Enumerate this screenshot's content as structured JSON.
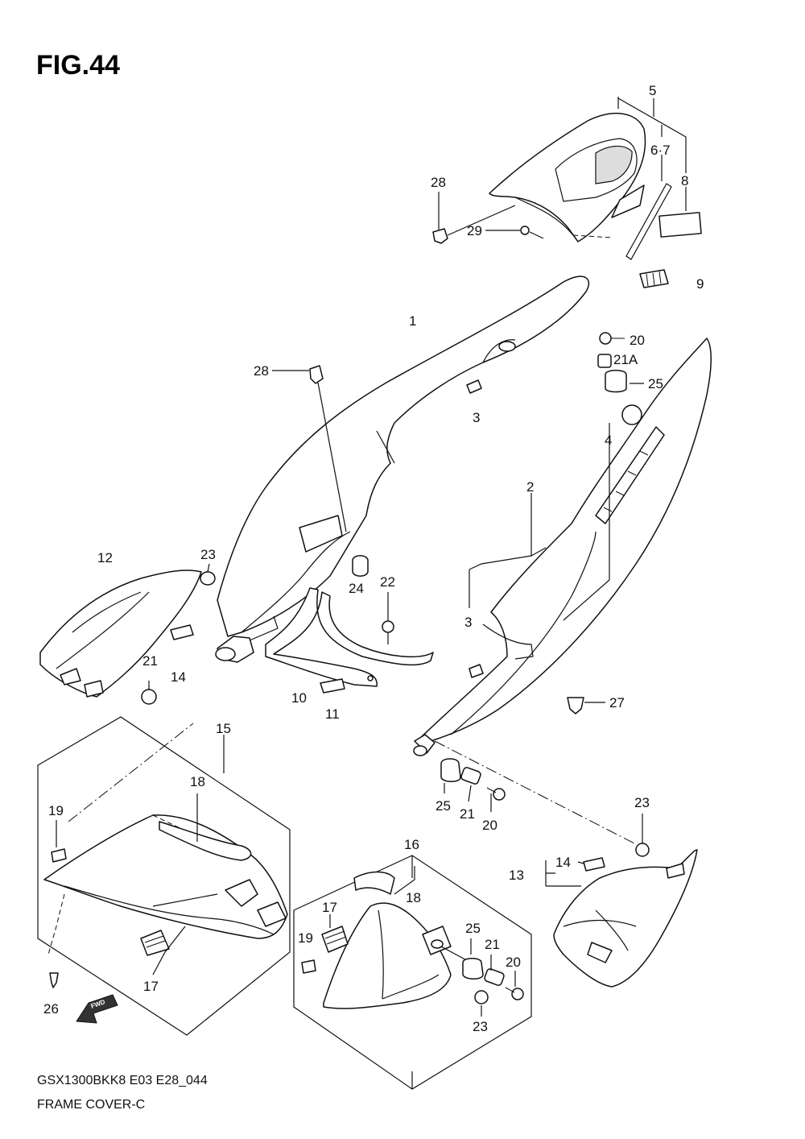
{
  "figure": {
    "title": "FIG.44"
  },
  "footer": {
    "model": "GSX1300BKK8 E03 E28_044",
    "name": "FRAME COVER-C"
  },
  "fwd_icon": {
    "text": "FWD"
  },
  "callouts": [
    {
      "id": "c5",
      "text": "5"
    },
    {
      "id": "c67",
      "text": "6·7"
    },
    {
      "id": "c8",
      "text": "8"
    },
    {
      "id": "c28a",
      "text": "28"
    },
    {
      "id": "c29",
      "text": "29"
    },
    {
      "id": "c9",
      "text": "9"
    },
    {
      "id": "c1",
      "text": "1"
    },
    {
      "id": "c20a",
      "text": "20"
    },
    {
      "id": "c21A",
      "text": "21A"
    },
    {
      "id": "c28b",
      "text": "28"
    },
    {
      "id": "c25a",
      "text": "25"
    },
    {
      "id": "c3a",
      "text": "3"
    },
    {
      "id": "c4",
      "text": "4"
    },
    {
      "id": "c2",
      "text": "2"
    },
    {
      "id": "c12",
      "text": "12"
    },
    {
      "id": "c23a",
      "text": "23"
    },
    {
      "id": "c22",
      "text": "22"
    },
    {
      "id": "c24",
      "text": "24"
    },
    {
      "id": "c3b",
      "text": "3"
    },
    {
      "id": "c21a",
      "text": "21"
    },
    {
      "id": "c14a",
      "text": "14"
    },
    {
      "id": "c10",
      "text": "10"
    },
    {
      "id": "c11",
      "text": "11"
    },
    {
      "id": "c27",
      "text": "27"
    },
    {
      "id": "c15",
      "text": "15"
    },
    {
      "id": "c18a",
      "text": "18"
    },
    {
      "id": "c25b",
      "text": "25"
    },
    {
      "id": "c21b",
      "text": "21"
    },
    {
      "id": "c20b",
      "text": "20"
    },
    {
      "id": "c23b",
      "text": "23"
    },
    {
      "id": "c19a",
      "text": "19"
    },
    {
      "id": "c16",
      "text": "16"
    },
    {
      "id": "c14b",
      "text": "14"
    },
    {
      "id": "c13",
      "text": "13"
    },
    {
      "id": "c18b",
      "text": "18"
    },
    {
      "id": "c17a",
      "text": "17"
    },
    {
      "id": "c25c",
      "text": "25"
    },
    {
      "id": "c21c",
      "text": "21"
    },
    {
      "id": "c20c",
      "text": "20"
    },
    {
      "id": "c19b",
      "text": "19"
    },
    {
      "id": "c17b",
      "text": "17"
    },
    {
      "id": "c26",
      "text": "26"
    },
    {
      "id": "c23c",
      "text": "23"
    }
  ]
}
